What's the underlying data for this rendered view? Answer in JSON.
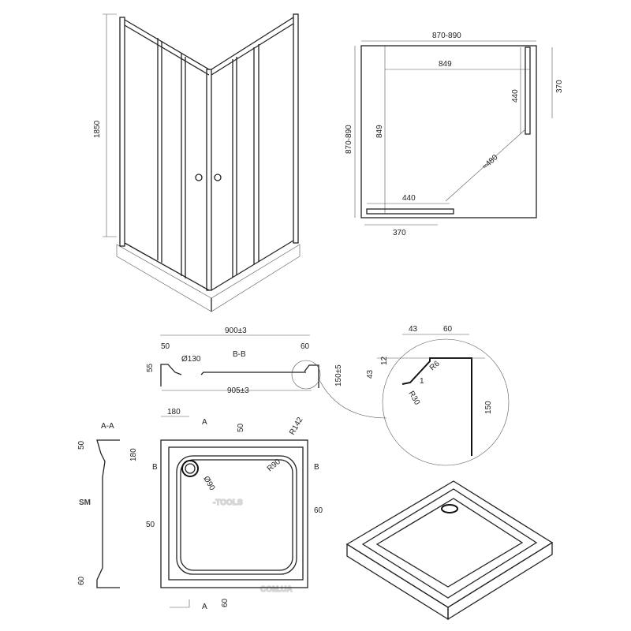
{
  "watermark": {
    "line1_a": "SM",
    "line1_b": "-TOOLS",
    "line2": "COM.UA",
    "accent_color": "#f5c9a0",
    "outline_color": "#cfcfcf"
  },
  "elevation": {
    "height": "1850"
  },
  "plan": {
    "overall_width": "870-890",
    "inner_width": "849",
    "right_door": "370",
    "right_opening": "440",
    "overall_depth": "870-890",
    "inner_depth": "849",
    "diagonal": "≈480",
    "bottom_opening": "440",
    "bottom_door": "370"
  },
  "section_bb": {
    "title": "B-B",
    "top_width": "900±3",
    "bottom_width": "905±3",
    "left_rim": "50",
    "left_height": "55",
    "drain": "Ø130",
    "right_rim": "60",
    "height": "150±5"
  },
  "detail": {
    "dim_43_top": "43",
    "dim_60": "60",
    "dim_12": "12",
    "dim_43_left": "43",
    "r6": "R6",
    "r30": "R30",
    "dim_1": "1",
    "dim_150": "150"
  },
  "tray_plan": {
    "section_aa": "A-A",
    "aa_top": "50",
    "aa_bottom": "60",
    "drain_offset_x": "180",
    "drain_offset_y": "180",
    "marker_a_top": "A",
    "marker_a_bottom": "A",
    "marker_b_left": "B",
    "marker_b_right": "B",
    "top_rim": "50",
    "r142": "R142",
    "r90": "R90",
    "drain_dia": "Ø90",
    "left_rim": "50",
    "right_rim": "60",
    "bottom_rim": "60"
  }
}
